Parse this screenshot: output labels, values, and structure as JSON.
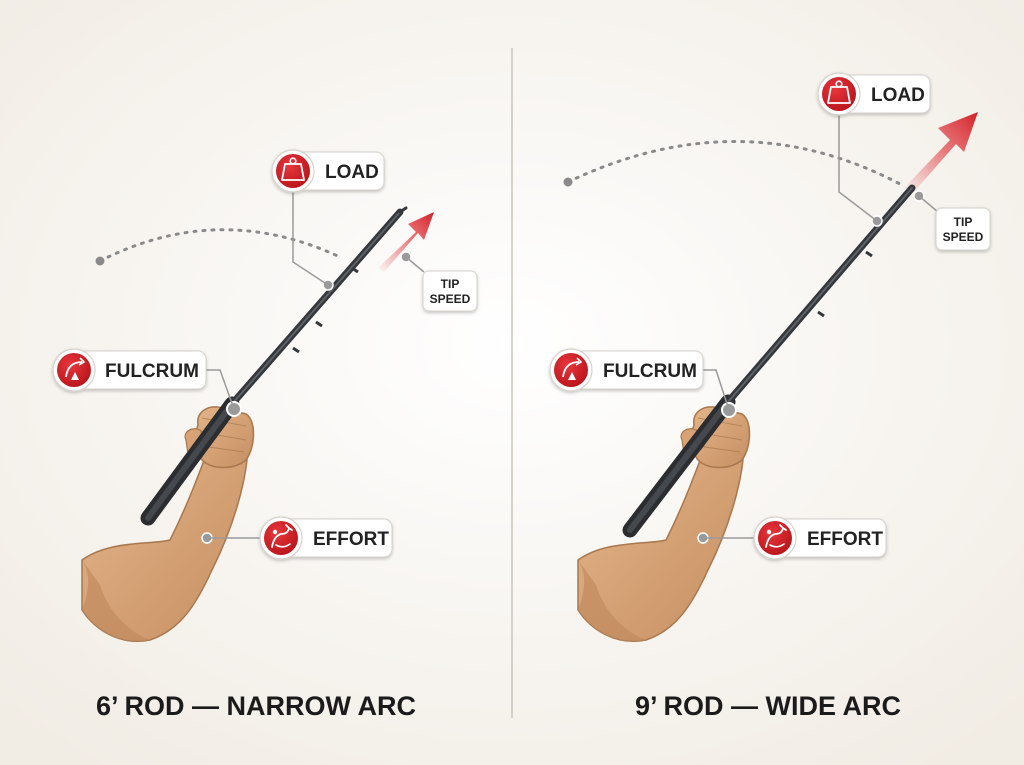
{
  "panels": [
    {
      "caption": "6’ ROD — NARROW ARC",
      "labels": {
        "load": "LOAD",
        "fulcrum": "FULCRUM",
        "effort": "EFFORT",
        "tip_speed_line1": "TIP",
        "tip_speed_line2": "SPEED"
      }
    },
    {
      "caption": "9’ ROD — WIDE ARC",
      "labels": {
        "load": "LOAD",
        "fulcrum": "FULCRUM",
        "effort": "EFFORT",
        "tip_speed_line1": "TIP",
        "tip_speed_line2": "SPEED"
      }
    }
  ],
  "colors": {
    "accent_red": "#d32027",
    "rod": "#3a3d41",
    "skin": "#d9a77a",
    "skin_shadow": "#b8845a",
    "background": "#f7f4ef"
  },
  "icons": {
    "load": "weight-icon",
    "fulcrum": "fulcrum-arc-icon",
    "effort": "flexed-arm-icon"
  }
}
